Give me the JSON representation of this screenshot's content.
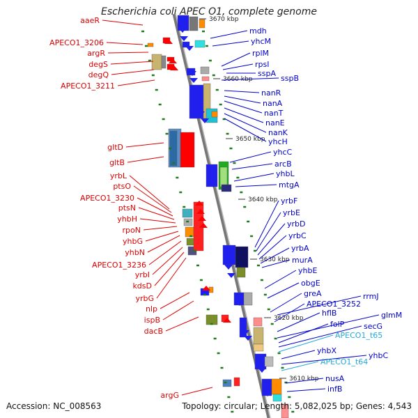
{
  "title": "Escherichia coli APEC O1, complete genome",
  "footer": {
    "accession": "Accession: NC_008563",
    "topology": "Topology: circular; Length: 5,082,025 bp; Genes: 4,543"
  },
  "colors": {
    "forward_label": "#dd0000",
    "reverse_label": "#0000cc",
    "rna_label": "#22aadd",
    "backbone": "#8a8a8a",
    "tick": "#1d7a1d"
  },
  "scale_ticks": [
    {
      "label": "3670 kbp"
    },
    {
      "label": "3660 kbp"
    },
    {
      "label": "3650 kbp"
    },
    {
      "label": "3640 kbp"
    },
    {
      "label": "3630 kbp"
    },
    {
      "label": "3620 kbp"
    },
    {
      "label": "3610 kbp"
    }
  ],
  "left_labels": [
    "aaeR",
    "APECO1_3206",
    "argR",
    "degS",
    "degQ",
    "APECO1_3211",
    "gltD",
    "gltB",
    "yrbL",
    "ptsO",
    "APECO1_3230",
    "ptsN",
    "yhbH",
    "rpoN",
    "yhbG",
    "yhbN",
    "APECO1_3236",
    "yrbI",
    "kdsD",
    "yrbG",
    "nlp",
    "ispB",
    "dacB",
    "argG"
  ],
  "right_labels": [
    "mdh",
    "yhcM",
    "rplM",
    "rpsI",
    "sspA",
    "sspB",
    "nanR",
    "nanA",
    "nanT",
    "nanE",
    "nanK",
    "yhcH",
    "yhcC",
    "arcB",
    "yhbL",
    "mtgA",
    "yrbF",
    "yrbE",
    "yrbD",
    "yrbC",
    "yrbA",
    "murA",
    "yhbE",
    "obgE",
    "greA",
    "rrmJ",
    "APECO1_3252",
    "hflB",
    "glmM",
    "folP",
    "secG",
    "APECO1_t65",
    "yhbX",
    "yhbC",
    "APECO1_t64",
    "nusA",
    "infB"
  ]
}
